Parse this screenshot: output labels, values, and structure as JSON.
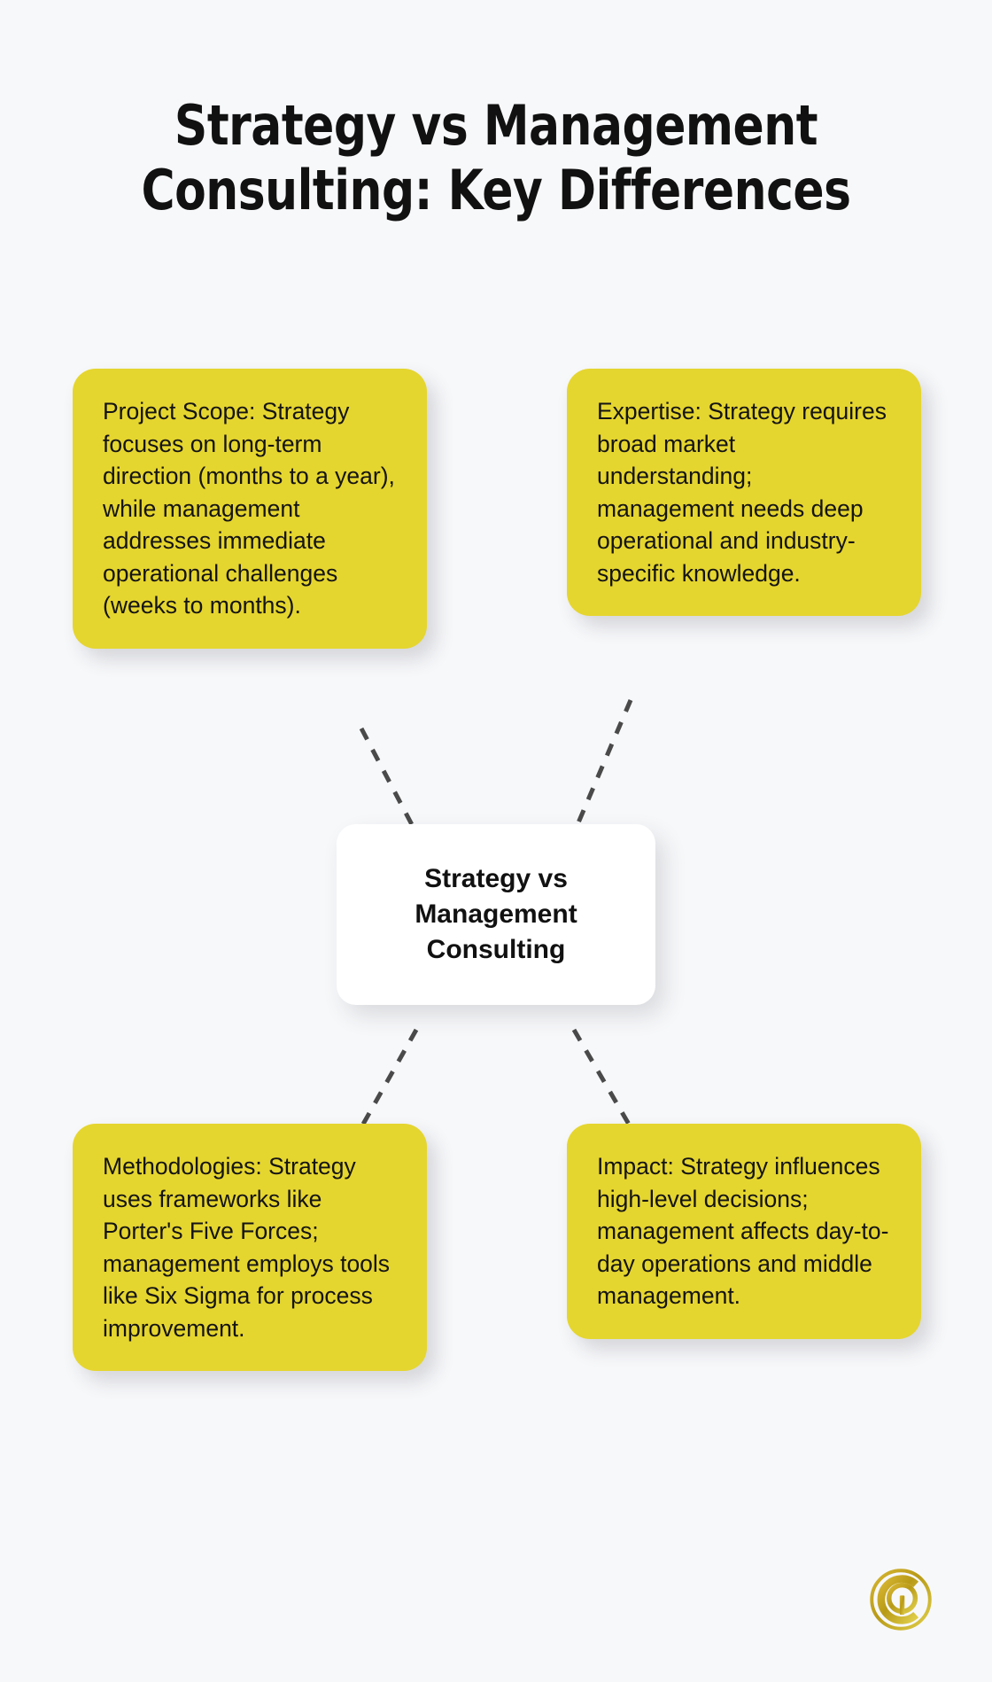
{
  "meta": {
    "background_color": "#f7f8fa",
    "card_color": "#e5d52f",
    "center_color": "#ffffff",
    "connector_color": "#4a4a4a",
    "text_color": "#141414",
    "logo_color": "#c9a227"
  },
  "title": {
    "line1": "Strategy vs Management",
    "line2": "Consulting: Key Differences"
  },
  "center": {
    "line1": "Strategy vs",
    "line2": "Management",
    "line3": "Consulting"
  },
  "cards": {
    "top_left": {
      "text": "Project Scope: Strategy focuses on long-term direction (months to a year), while management addresses immediate operational challenges (weeks to months)."
    },
    "top_right": {
      "text": "Expertise: Strategy requires broad market understanding; management needs deep operational and industry-specific knowledge."
    },
    "bottom_left": {
      "text": "Methodologies: Strategy uses frameworks like Porter's Five Forces; management employs tools like Six Sigma for process improvement."
    },
    "bottom_right": {
      "text": "Impact: Strategy influences high-level decisions; management affects day-to-day operations and middle management."
    }
  },
  "logo": {
    "name": "cq-monogram-logo"
  }
}
